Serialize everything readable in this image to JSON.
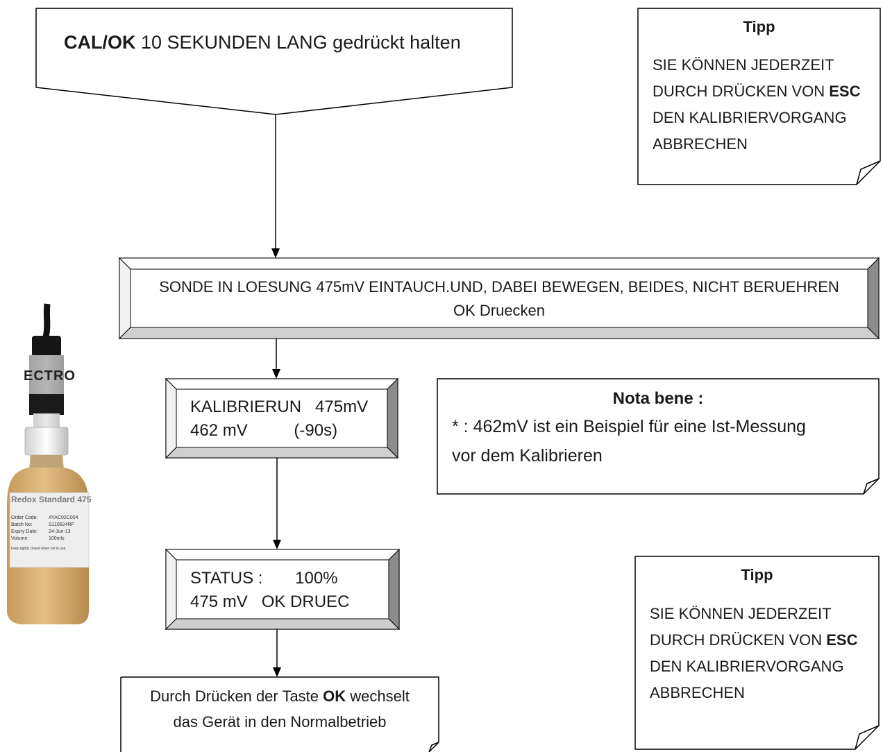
{
  "start": {
    "key": "CAL/OK",
    "text": " 10 SEKUNDEN LANG gedrückt halten"
  },
  "tip_top": {
    "title": "Tipp",
    "line1": "SIE KÖNNEN JEDERZEIT",
    "line2_pre": "DURCH DRÜCKEN VON ",
    "line2_key": "ESC",
    "line3": "DEN KALIBRIERVORGANG",
    "line4": "ABBRECHEN"
  },
  "instruction": {
    "line1": "SONDE IN LOESUNG 475mV EINTAUCH.UND, DABEI BEWEGEN, BEIDES, NICHT BERUEHREN",
    "line2": "OK Druecken"
  },
  "display1": {
    "line1": "KALIBRIERUN   475mV",
    "line2": "462 mV          (-90s)"
  },
  "note": {
    "title": "Nota bene :",
    "line1": "* : 462mV ist ein Beispiel für eine Ist-Messung",
    "line2": "vor dem Kalibrieren"
  },
  "display2": {
    "line1": "STATUS :       100%",
    "line2": "475 mV   OK DRUEC"
  },
  "end": {
    "line1_pre": "Durch Drücken der Taste ",
    "line1_key": "OK",
    "line1_post": " wechselt",
    "line2": "das Gerät in den Normalbetrieb"
  },
  "tip_bottom": {
    "title": "Tipp",
    "line1": "SIE KÖNNEN JEDERZEIT",
    "line2_pre": "DURCH DRÜCKEN VON ",
    "line2_key": "ESC",
    "line3": "DEN KALIBRIERVORGANG",
    "line4": "ABBRECHEN"
  },
  "bottle": {
    "cap_text": "ECTRO",
    "label_title": "Redox Standard 475",
    "label_rows": [
      [
        "Order Code:",
        "AYAC02C004"
      ],
      [
        "Batch No:",
        "S110624RF"
      ],
      [
        "Expiry Date:",
        "24-Jun-13"
      ],
      [
        "Volume:",
        "100mls"
      ]
    ],
    "label_footer": "Keep tightly closed when not in use"
  }
}
